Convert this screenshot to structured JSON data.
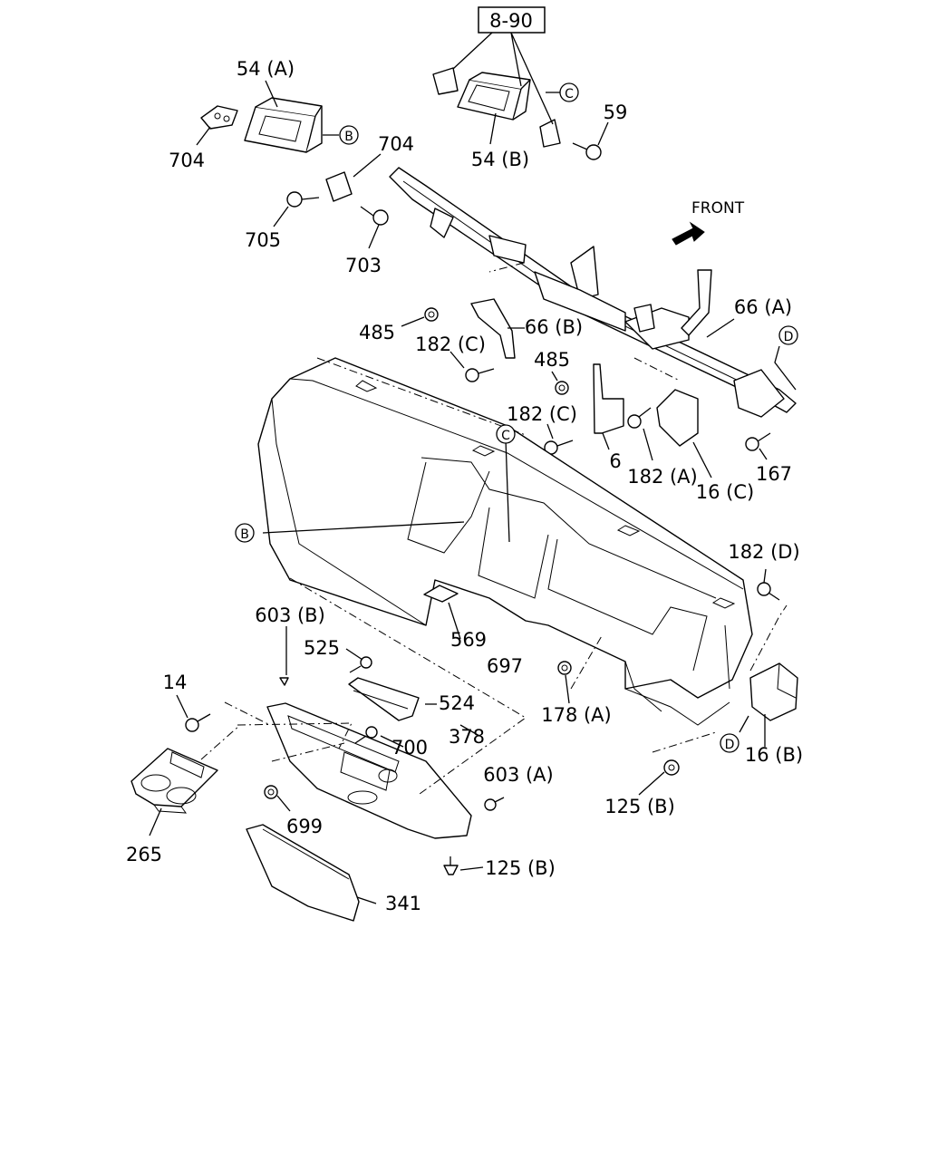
{
  "ref_box": "8-90",
  "front_label": "FRONT",
  "callouts": {
    "b": "B",
    "c": "C",
    "d": "D"
  },
  "labels": {
    "p54a": "54 (A)",
    "p54b": "54 (B)",
    "p59": "59",
    "p704_left": "704",
    "p704_right": "704",
    "p705": "705",
    "p703": "703",
    "p66a": "66 (A)",
    "p66b": "66 (B)",
    "p485_left": "485",
    "p485_right": "485",
    "p182c_left": "182 (C)",
    "p182c_right": "182 (C)",
    "p6": "6",
    "p182a": "182 (A)",
    "p16c": "16 (C)",
    "p167": "167",
    "p182d": "182 (D)",
    "p603b": "603 (B)",
    "p525": "525",
    "p697": "697",
    "p524": "524",
    "p569": "569",
    "p14": "14",
    "p700": "700",
    "p378": "378",
    "p178a": "178 (A)",
    "p603a": "603 (A)",
    "p16b": "16 (B)",
    "p699": "699",
    "p265": "265",
    "p125b_right": "125 (B)",
    "p125b_bottom": "125 (B)",
    "p341": "341"
  }
}
